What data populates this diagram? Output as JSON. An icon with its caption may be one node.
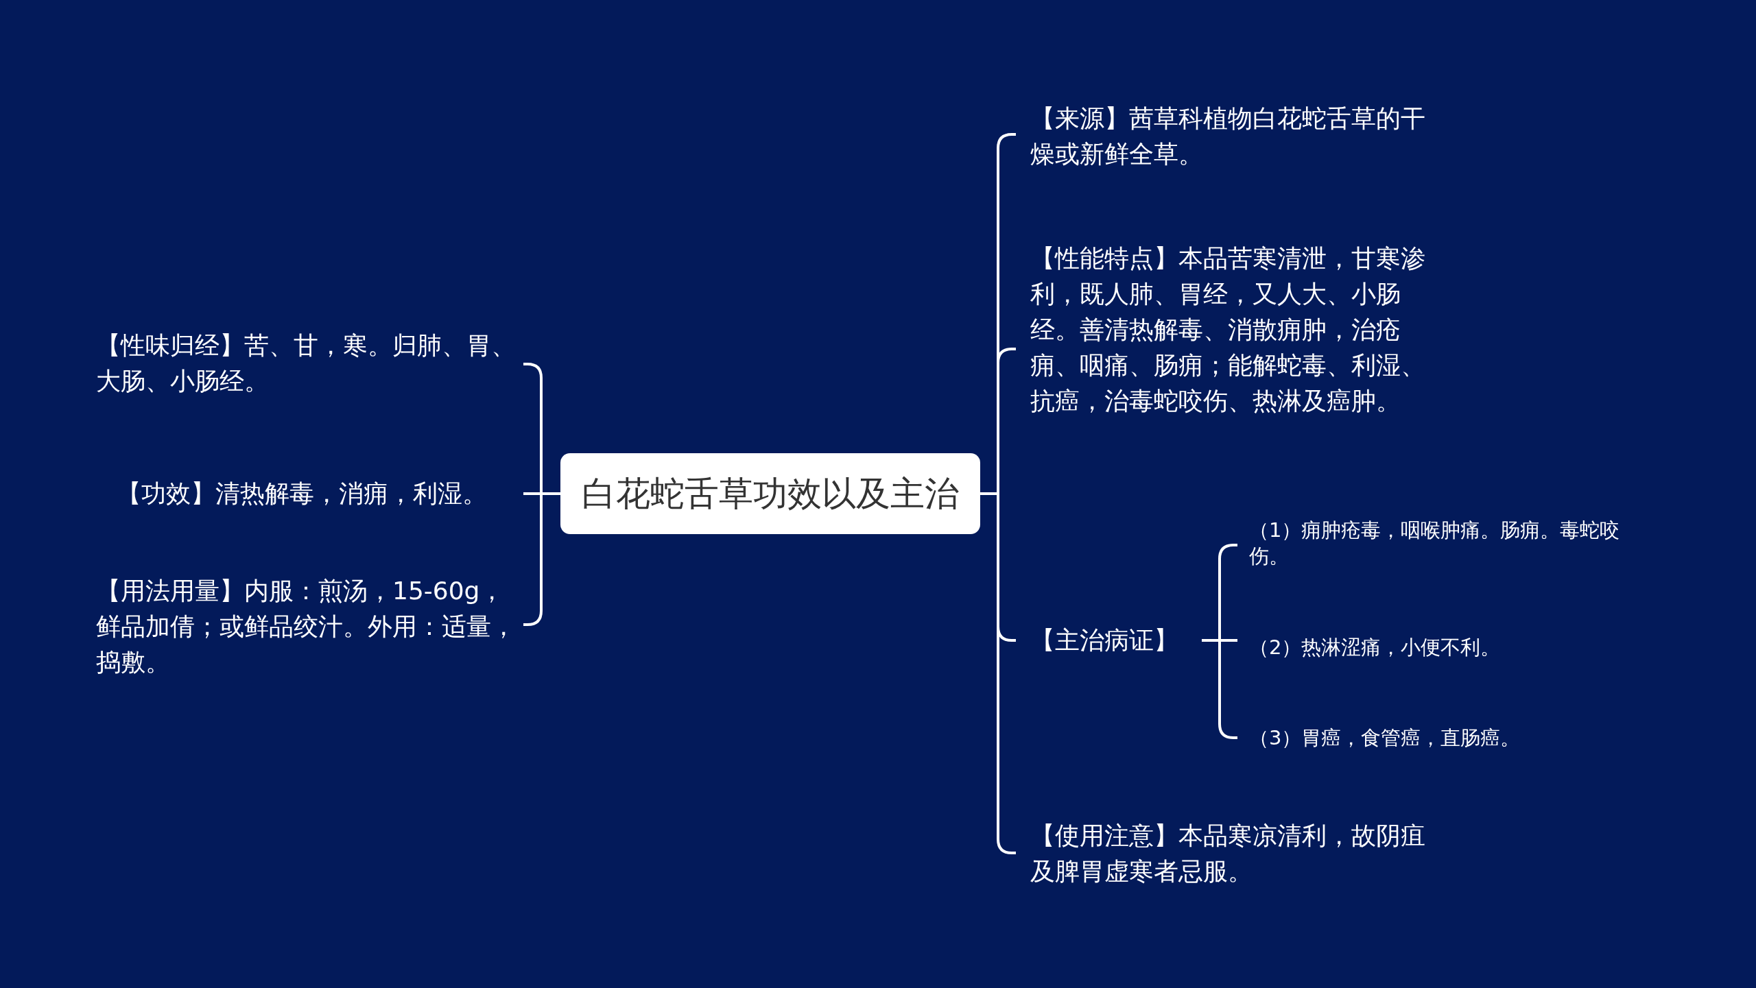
{
  "diagram": {
    "nodes": [
      {
        "text": [
          "白花蛇舌草功效以及主治"
        ]
      },
      {
        "text": [
          "【性味归经】苦、甘，寒。归肺、胃、大肠、小肠经。"
        ]
      },
      {
        "text": [
          "【功效】清热解毒，消痈，利湿。"
        ]
      },
      {
        "text": [
          "【用法用量】内服：煎汤，15-60g，鲜品加倩；或鲜品绞汁。外用：适量，捣敷。"
        ]
      },
      {
        "text": [
          "【来源】茜草科植物白花蛇舌草的干燥或新鲜全草。"
        ]
      },
      {
        "text": [
          "【性能特点】本品苦寒清泄，甘寒渗利，既人肺、胃经，又人大、小肠经。善清热解毒、消散痈肿，治疮痈、咽痛、肠痈；能解蛇毒、利湿、抗癌，治毒蛇咬伤、热淋及癌肿。"
        ]
      },
      {
        "text": [
          "【主治病证】"
        ]
      },
      {
        "text": [
          "【使用注意】本品寒凉清利，故阴疽及脾胃虚寒者忌服。"
        ]
      },
      {
        "text": [
          "（1）痈肿疮毒，咽喉肿痛。肠痈。毒蛇咬伤。"
        ]
      },
      {
        "text": [
          "（2）热淋涩痛，小便不利。"
        ]
      },
      {
        "text": [
          "（3）胃癌，食管癌，直肠癌。"
        ]
      }
    ],
    "edges": [
      {
        "from": 0,
        "to": 1,
        "arrow": "none"
      },
      {
        "from": 0,
        "to": 2,
        "arrow": "none"
      },
      {
        "from": 0,
        "to": 3,
        "arrow": "none"
      },
      {
        "from": 0,
        "to": 4,
        "arrow": "none"
      },
      {
        "from": 0,
        "to": 5,
        "arrow": "none"
      },
      {
        "from": 0,
        "to": 6,
        "arrow": "none"
      },
      {
        "from": 0,
        "to": 7,
        "arrow": "none"
      },
      {
        "from": 6,
        "to": 8,
        "arrow": "none"
      },
      {
        "from": 6,
        "to": 9,
        "arrow": "none"
      },
      {
        "from": 6,
        "to": 10,
        "arrow": "none"
      }
    ]
  }
}
